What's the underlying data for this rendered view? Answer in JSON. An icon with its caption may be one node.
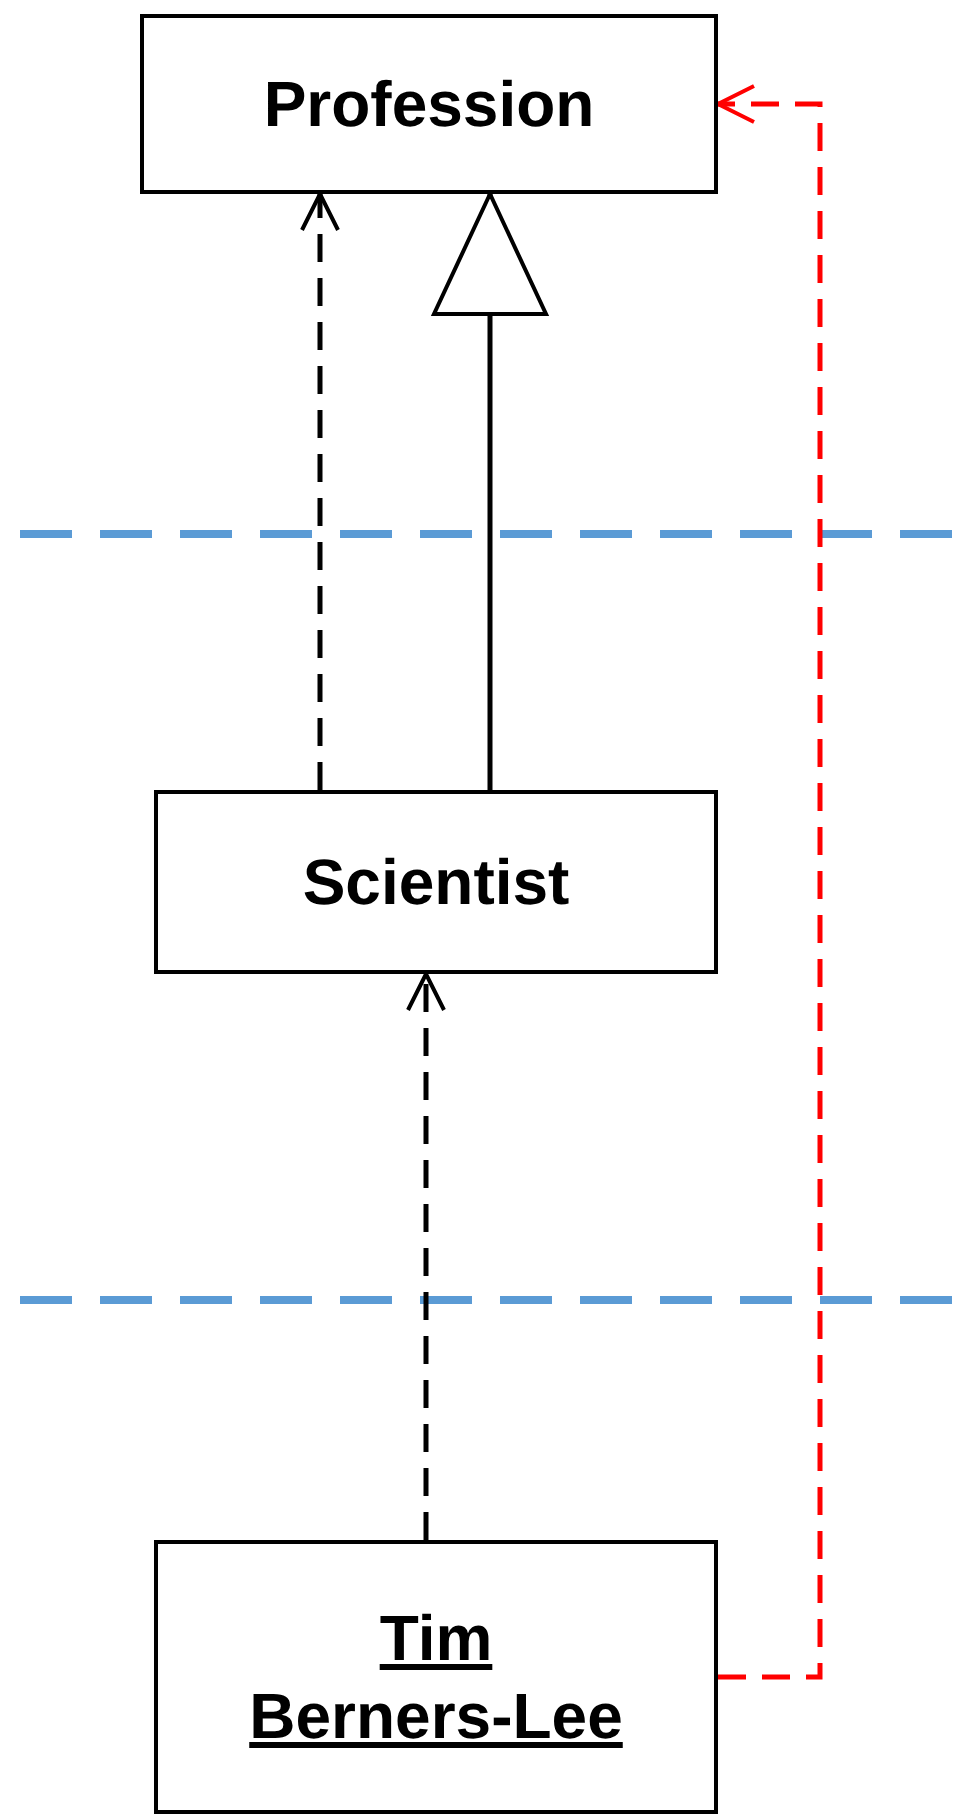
{
  "diagram": {
    "nodes": [
      {
        "text": [
          "Profession"
        ]
      },
      {
        "text": [
          "Scientist"
        ]
      },
      {
        "text": [
          "Tim Berners-Lee"
        ]
      }
    ],
    "edges": [
      {
        "from": 1,
        "to": 0,
        "arrow": "to",
        "style": "dashed"
      },
      {
        "from": 1,
        "to": 0,
        "arrow": "to"
      },
      {
        "from": 2,
        "to": 1,
        "arrow": "to",
        "style": "dashed"
      },
      {
        "from": 2,
        "to": 0,
        "arrow": "to",
        "style": "dashed",
        "color": "#ff0000"
      }
    ]
  }
}
